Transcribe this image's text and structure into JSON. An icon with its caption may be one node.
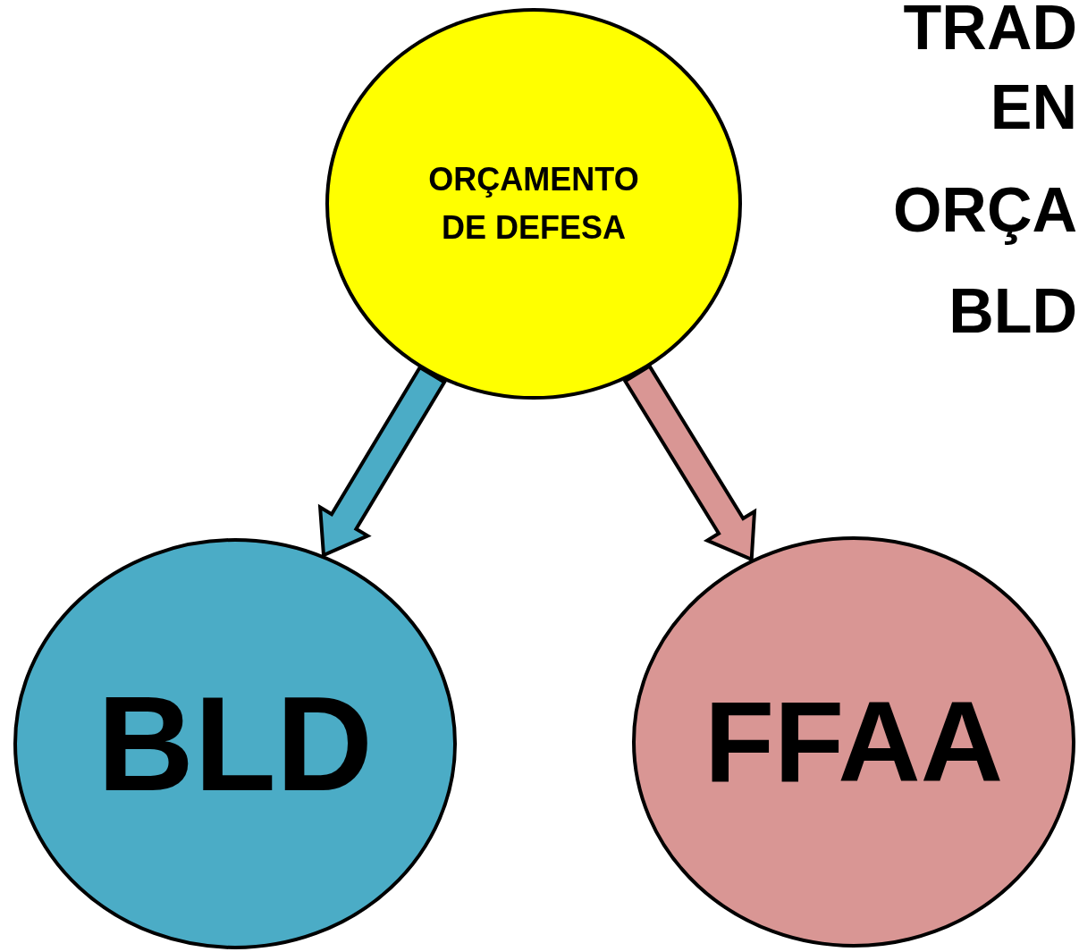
{
  "diagram": {
    "nodes": [
      {
        "text": [
          "ORÇAMENTO DE DEFESA"
        ]
      },
      {
        "text": [
          "BLD"
        ]
      },
      {
        "text": [
          "FFAA"
        ]
      }
    ],
    "edges": [
      {
        "from": 0,
        "to": 1,
        "arrow": "to",
        "color": "#4bacc6"
      },
      {
        "from": 0,
        "to": 2,
        "arrow": "to",
        "color": "#d99694"
      }
    ],
    "labels": [
      "TRAD",
      "EN",
      "ORÇA",
      "BLD"
    ]
  }
}
